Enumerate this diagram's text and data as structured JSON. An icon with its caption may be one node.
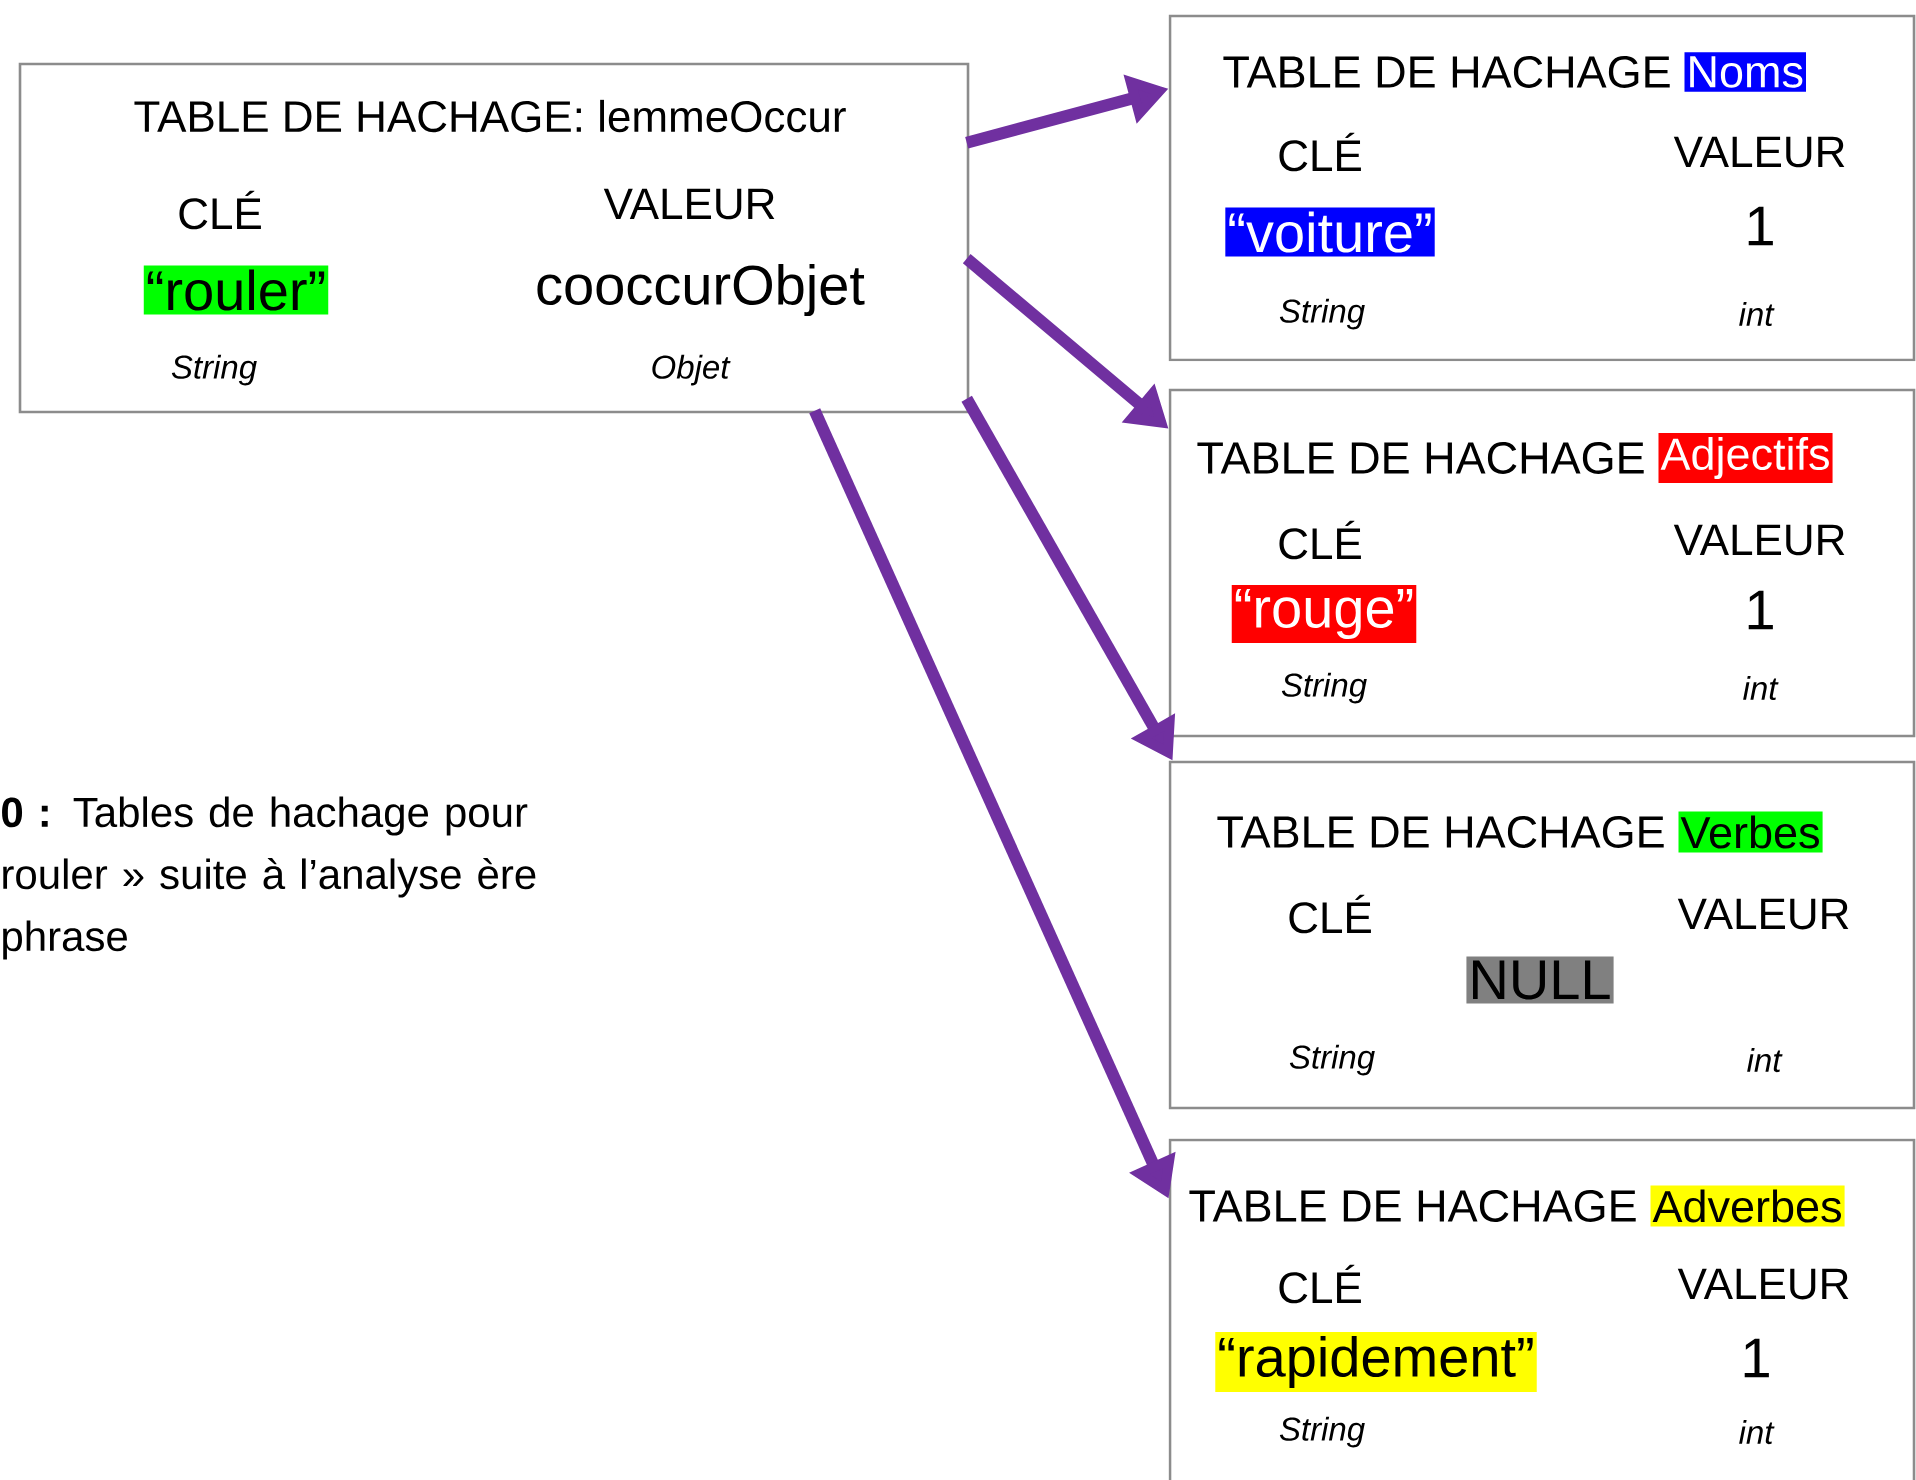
{
  "diagram": {
    "caption": "**0 :** Tables de hachage pour rouler » suite à l’analyse ère phrase",
    "nodes": [
      {
        "text": [
          "TABLE DE HACHAGE: lemmeOccur",
          "CLÉ",
          "VALEUR",
          "“rouler”",
          "cooccurObjet",
          "String",
          "Objet"
        ]
      },
      {
        "text": [
          "TABLE DE HACHAGE",
          "Noms",
          "CLÉ",
          "VALEUR",
          "“voiture”",
          "1",
          "String",
          "int"
        ]
      },
      {
        "text": [
          "TABLE DE HACHAGE",
          "Adjectifs",
          "CLÉ",
          "VALEUR",
          "“rouge”",
          "1",
          "String",
          "int"
        ]
      },
      {
        "text": [
          "TABLE DE HACHAGE",
          "Verbes",
          "CLÉ",
          "VALEUR",
          "NULL",
          "String",
          "int"
        ]
      },
      {
        "text": [
          "TABLE DE HACHAGE",
          "Adverbes",
          "CLÉ",
          "VALEUR",
          "“rapidement”",
          "1",
          "String",
          "int"
        ]
      }
    ],
    "edges": [
      {
        "from": 0,
        "to": 1,
        "arrow": "to"
      },
      {
        "from": 0,
        "to": 2,
        "arrow": "to"
      },
      {
        "from": 0,
        "to": 3,
        "arrow": "to"
      },
      {
        "from": 0,
        "to": 4,
        "arrow": "to"
      }
    ]
  }
}
